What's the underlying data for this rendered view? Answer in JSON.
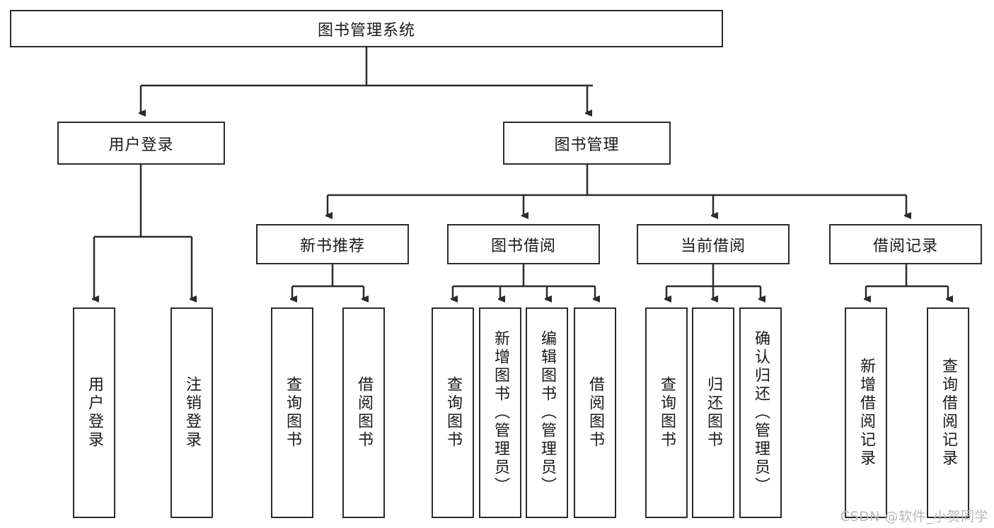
{
  "diagram": {
    "title": "图书管理系统",
    "colors": {
      "stroke": "#2b2b2b",
      "fill": "#ffffff",
      "text": "#1a1a1a",
      "watermark": "#b9b9b9"
    },
    "root": {
      "label": "图书管理系统"
    },
    "level2": [
      {
        "label": "用户登录"
      },
      {
        "label": "图书管理"
      }
    ],
    "level3": [
      {
        "label": "新书推荐"
      },
      {
        "label": "图书借阅"
      },
      {
        "label": "当前借阅"
      },
      {
        "label": "借阅记录"
      }
    ],
    "leaves": {
      "user_login": [
        {
          "label": "用户登录"
        },
        {
          "label": "注销登录"
        }
      ],
      "new_book_recommend": [
        {
          "label": "查询图书"
        },
        {
          "label": "借阅图书"
        }
      ],
      "book_borrow": [
        {
          "label": "查询图书"
        },
        {
          "label": "新增图书（管理员）"
        },
        {
          "label": "编辑图书（管理员）"
        },
        {
          "label": "借阅图书"
        }
      ],
      "current_borrow": [
        {
          "label": "查询图书"
        },
        {
          "label": "归还图书"
        },
        {
          "label": "确认归还（管理员）"
        }
      ],
      "borrow_record": [
        {
          "label": "新增借阅记录"
        },
        {
          "label": "查询借阅记录"
        }
      ]
    },
    "watermark": "CSDN @软件_小贺同学"
  }
}
